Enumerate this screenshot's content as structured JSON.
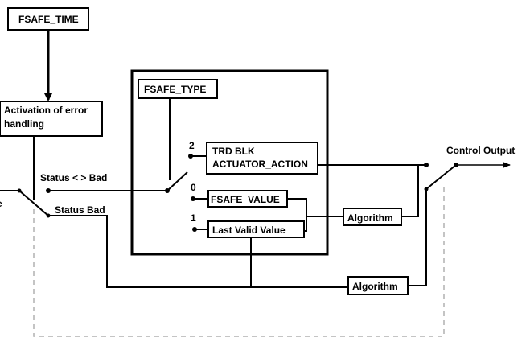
{
  "blocks": {
    "fsafe_time": "FSAFE_TIME",
    "error_handling_line1": "Activation of error",
    "error_handling_line2": "handling",
    "fsafe_type": "FSAFE_TYPE",
    "trd_blk_line1": "TRD BLK",
    "trd_blk_line2": "ACTUATOR_ACTION",
    "fsafe_value": "FSAFE_VALUE",
    "last_valid_value": "Last Valid Value",
    "algorithm_upper": "Algorithm",
    "algorithm_lower": "Algorithm"
  },
  "labels": {
    "status_not_bad": "Status < > Bad",
    "status_bad": "Status Bad",
    "control_output": "Control Output",
    "left_edge_fragment": "e"
  },
  "switch_positions": {
    "pos_2": "2",
    "pos_0": "0",
    "pos_1": "1"
  }
}
